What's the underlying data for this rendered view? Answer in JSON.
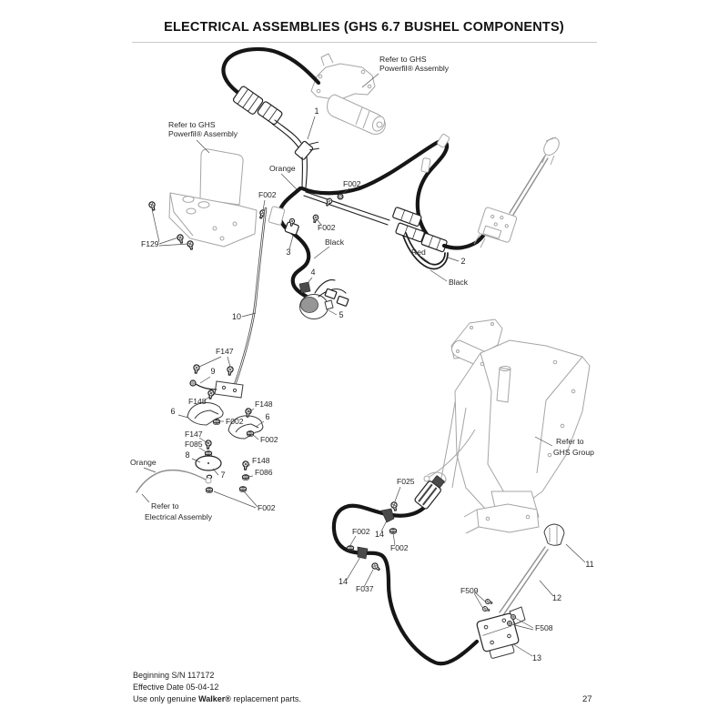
{
  "header": {
    "title": "ELECTRICAL ASSEMBLIES (GHS 6.7 BUSHEL COMPONENTS)"
  },
  "refs": {
    "powerfil_1": "Refer to GHS",
    "powerfil_2": "Powerfil® Assembly",
    "electrical_1": "Refer to",
    "electrical_2": "Electrical Assembly",
    "ghs_group_1": "Refer to",
    "ghs_group_2": "GHS Group"
  },
  "labels": {
    "f002": "F002",
    "f025": "F025",
    "f037": "F037",
    "f085": "F085",
    "f086": "F086",
    "f129": "F129",
    "f147": "F147",
    "f148": "F148",
    "f508": "F508",
    "f509": "F509",
    "orange": "Orange",
    "black": "Black",
    "red": "Red"
  },
  "items": {
    "n1": "1",
    "n2": "2",
    "n3": "3",
    "n4": "4",
    "n5": "5",
    "n6": "6",
    "n7": "7",
    "n8": "8",
    "n9": "9",
    "n10": "10",
    "n11": "11",
    "n12": "12",
    "n13": "13",
    "n14": "14"
  },
  "footer": {
    "line1": "Beginning S/N 117172",
    "line2": "Effective Date 05-04-12",
    "use_prefix": "Use only genuine ",
    "brand": "Walker®",
    "use_suffix": " replacement parts.",
    "page_number": "27"
  },
  "colors": {
    "cable_black": "#161616",
    "reference_gray": "#a5a5a5",
    "text": "#231f20"
  }
}
